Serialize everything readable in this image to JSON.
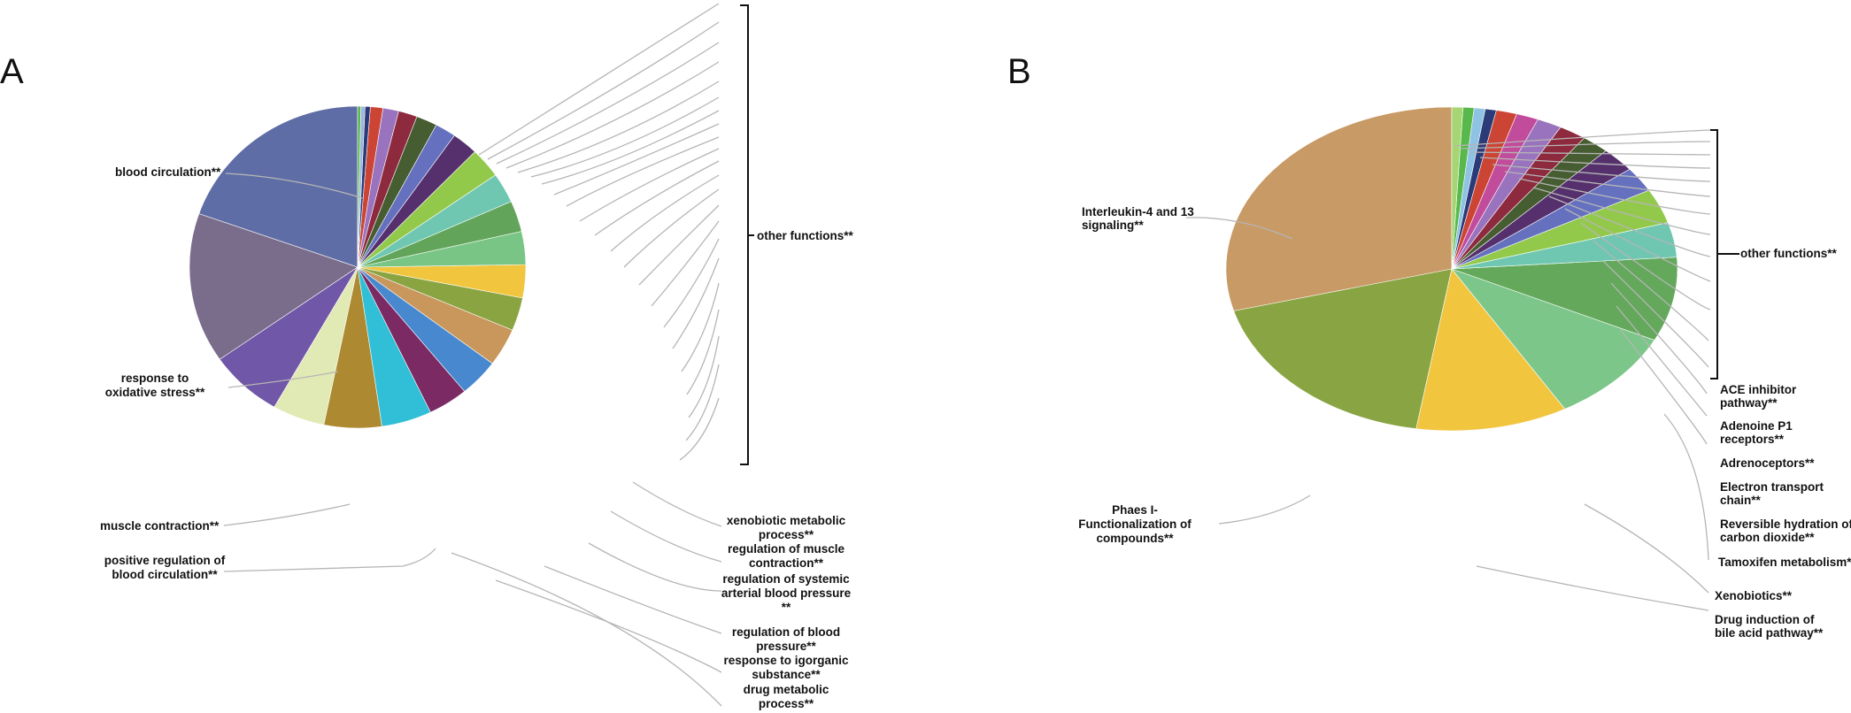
{
  "chart_data": [
    {
      "type": "pie",
      "panel_label": "A",
      "labels": [
        "blood circulation**",
        "response to oxidative stress**",
        "muscle contraction**",
        "positive regulation of blood circulation**",
        "xenobiotic metabolic process**",
        "regulation of muscle contraction**",
        "regulation of systemic arterial blood pressure **",
        "regulation of blood pressure**",
        "response to igorganic substance**",
        "drug metabolic process**",
        "other functions**"
      ],
      "slices": [
        {
          "value": 19.5,
          "color": "#5f6da6"
        },
        {
          "value": 15.0,
          "color": "#7a6d8c"
        },
        {
          "value": 7.0,
          "color": "#7157a7"
        },
        {
          "value": 5.0,
          "color": "#e1eab5"
        },
        {
          "value": 5.5,
          "color": "#ad8931"
        },
        {
          "value": 4.8,
          "color": "#30bfd6"
        },
        {
          "value": 3.8,
          "color": "#7b2a64"
        },
        {
          "value": 3.8,
          "color": "#4788cf"
        },
        {
          "value": 3.8,
          "color": "#c9975c"
        },
        {
          "value": 3.3,
          "color": "#8aa442"
        },
        {
          "value": 3.3,
          "color": "#f2c53f"
        },
        {
          "value": 3.3,
          "color": "#79c586"
        },
        {
          "value": 3.1,
          "color": "#62a55a"
        },
        {
          "value": 3.0,
          "color": "#6fc7b1"
        },
        {
          "value": 3.0,
          "color": "#93c94b"
        },
        {
          "value": 2.5,
          "color": "#55306d"
        },
        {
          "value": 2.0,
          "color": "#6571bf"
        },
        {
          "value": 2.0,
          "color": "#455d31"
        },
        {
          "value": 1.8,
          "color": "#8e2a3e"
        },
        {
          "value": 1.5,
          "color": "#9a73be"
        },
        {
          "value": 1.2,
          "color": "#cc4434"
        },
        {
          "value": 0.5,
          "color": "#2b3a78"
        },
        {
          "value": 0.4,
          "color": "#9db5df"
        },
        {
          "value": 0.3,
          "color": "#58b84c"
        }
      ]
    },
    {
      "type": "pie",
      "panel_label": "B",
      "labels": [
        "Interleukin-4 and 13 signaling**",
        "Phaes I- Functionalization of compounds**",
        "other functions**",
        "ACE inhibitor pathway**",
        "Adenoine P1 receptors**",
        "Adrenoceptors**",
        "Electron transport chain**",
        "Reversible hydration of carbon dioxide**",
        "Tamoxifen metabolism**",
        "Xenobiotics**",
        "Drug induction of bile acid pathway**"
      ],
      "slices": [
        {
          "value": 29.5,
          "color": "#c89a65"
        },
        {
          "value": 18.5,
          "color": "#89a443"
        },
        {
          "value": 11.0,
          "color": "#f2c53f"
        },
        {
          "value": 9.5,
          "color": "#7cc689"
        },
        {
          "value": 8.5,
          "color": "#63a85b"
        },
        {
          "value": 3.5,
          "color": "#6fc7b1"
        },
        {
          "value": 3.5,
          "color": "#93c94b"
        },
        {
          "value": 2.5,
          "color": "#6571bf"
        },
        {
          "value": 2.5,
          "color": "#55306d"
        },
        {
          "value": 2.0,
          "color": "#455d31"
        },
        {
          "value": 2.0,
          "color": "#8e2a3e"
        },
        {
          "value": 1.8,
          "color": "#9a73be"
        },
        {
          "value": 1.6,
          "color": "#c24c9c"
        },
        {
          "value": 1.5,
          "color": "#cc4434"
        },
        {
          "value": 0.8,
          "color": "#2b3a78"
        },
        {
          "value": 0.8,
          "color": "#8fc3e3"
        },
        {
          "value": 0.8,
          "color": "#58b84c"
        },
        {
          "value": 0.8,
          "color": "#a5d673"
        }
      ]
    }
  ]
}
